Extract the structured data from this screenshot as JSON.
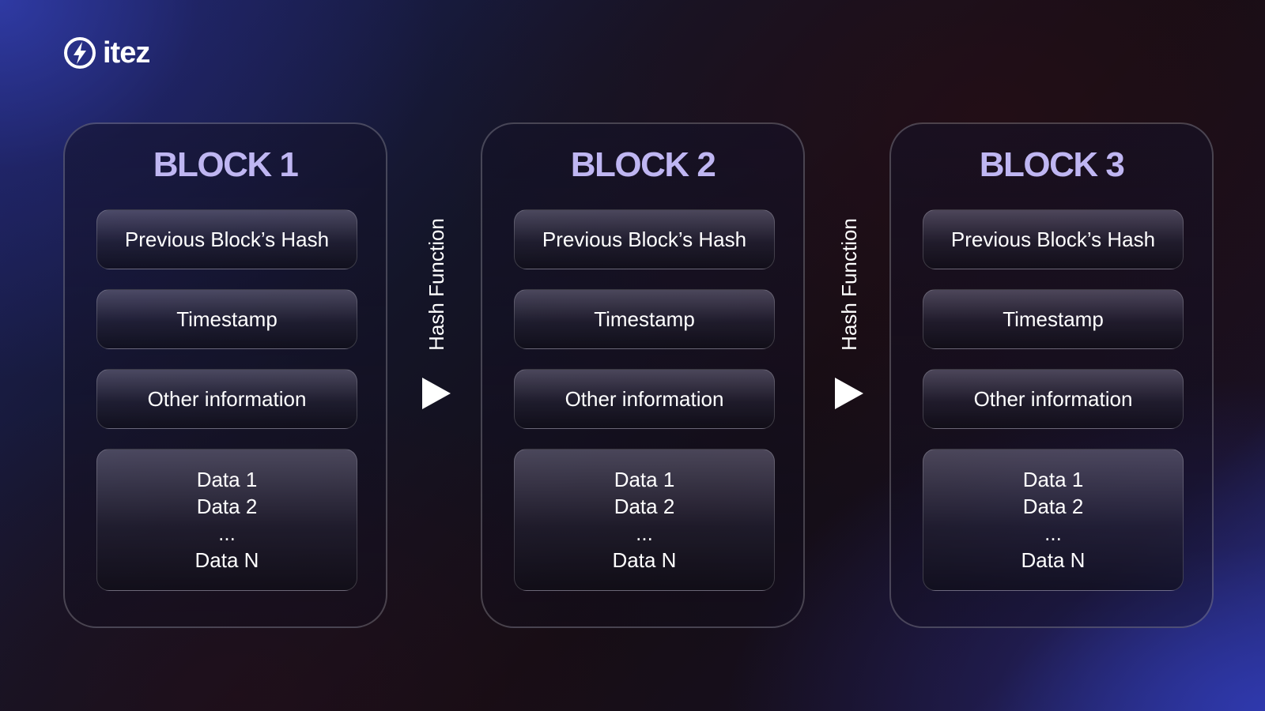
{
  "logo": {
    "icon": "lightning-bolt-circle-icon",
    "text": "itez"
  },
  "connector_label": "Hash Function",
  "blocks": [
    {
      "title": "BLOCK 1",
      "previous_hash": "Previous Block’s Hash",
      "timestamp": "Timestamp",
      "other": "Other information",
      "data": [
        "Data 1",
        "Data 2",
        "...",
        "Data N"
      ]
    },
    {
      "title": "BLOCK 2",
      "previous_hash": "Previous Block’s Hash",
      "timestamp": "Timestamp",
      "other": "Other information",
      "data": [
        "Data 1",
        "Data 2",
        "...",
        "Data N"
      ]
    },
    {
      "title": "BLOCK 3",
      "previous_hash": "Previous Block’s Hash",
      "timestamp": "Timestamp",
      "other": "Other information",
      "data": [
        "Data 1",
        "Data 2",
        "...",
        "Data N"
      ]
    }
  ],
  "colors": {
    "block_title": "#bfb6f2",
    "text": "#ffffff",
    "accent_blue": "#323eaf"
  }
}
